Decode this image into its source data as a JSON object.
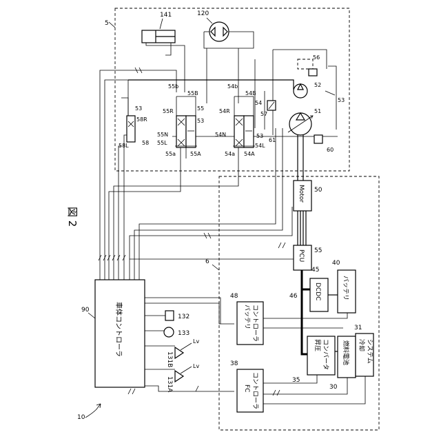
{
  "figure": {
    "label": "図 2"
  },
  "blocks": {
    "controller": "車体コントローラ",
    "motor": "Motor",
    "pcu": "PCU",
    "dcdc": "DCDC",
    "battery": "バッテリ",
    "battery_ctrl_1": "バッテリ",
    "battery_ctrl_2": "コントローラ",
    "boost_1": "昇圧",
    "boost_2": "コンバータ",
    "fuel_cell": "燃料電池",
    "cooling_1": "冷却",
    "cooling_2": "システム",
    "fc_ctrl_1": "FC",
    "fc_ctrl_2": "コントローラ"
  },
  "refs": {
    "r10": "10",
    "r90": "90",
    "r5": "5",
    "r6": "6",
    "r141": "141",
    "r120": "120",
    "r56": "56",
    "r52": "52",
    "r53a": "53",
    "r51": "51",
    "r60": "60",
    "r61": "61",
    "r54B": "54B",
    "r54b": "54b",
    "r54": "54",
    "r54R": "54R",
    "r57": "57",
    "r53b": "53",
    "r54N": "54N",
    "r54a": "54a",
    "r54A": "54A",
    "r54L": "54L",
    "r55b": "55b",
    "r55B": "55B",
    "r55R": "55R",
    "r55": "55",
    "r53c": "53",
    "r55N": "55N",
    "r55L": "55L",
    "r55a": "55a",
    "r55A": "55A",
    "r53d": "53",
    "r58R": "58R",
    "r58L": "58L",
    "r58": "58",
    "r50": "50",
    "r55p": "55",
    "r45": "45",
    "r40": "40",
    "r46": "46",
    "r48": "48",
    "r31": "31",
    "r35": "35",
    "r30": "30",
    "r38": "38",
    "r132": "132",
    "r133": "133",
    "r131B": "131B",
    "r131A": "131A",
    "lv1": "Lv",
    "lv2": "Lv"
  }
}
